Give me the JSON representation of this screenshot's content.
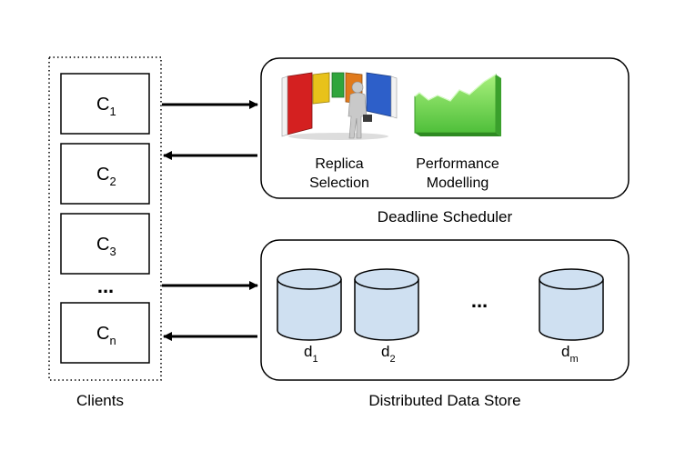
{
  "clients": {
    "title": "Clients",
    "items": [
      {
        "base": "C",
        "sub": "1"
      },
      {
        "base": "C",
        "sub": "2"
      },
      {
        "base": "C",
        "sub": "3"
      },
      {
        "base": "C",
        "sub": "n"
      }
    ],
    "ellipsis": "..."
  },
  "scheduler": {
    "title": "Deadline Scheduler",
    "replica_line1": "Replica",
    "replica_line2": "Selection",
    "perf_line1": "Performance",
    "perf_line2": "Modelling"
  },
  "datastore": {
    "title": "Distributed Data Store",
    "ellipsis": "...",
    "disks": [
      {
        "base": "d",
        "sub": "1"
      },
      {
        "base": "d",
        "sub": "2"
      },
      {
        "base": "d",
        "sub": "m"
      }
    ]
  },
  "colors": {
    "disk_fill": "#cfe0f1",
    "chart_green": "#7ed957",
    "door_colors": [
      "#d42020",
      "#e8c21a",
      "#2fa53c",
      "#e07a1c",
      "#2d5fc9"
    ]
  }
}
